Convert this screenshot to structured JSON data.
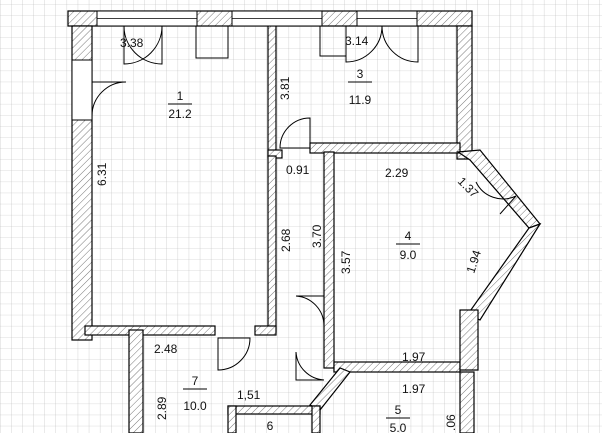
{
  "rooms": [
    {
      "id": "1",
      "area": "21.2"
    },
    {
      "id": "3",
      "area": "11.9"
    },
    {
      "id": "4",
      "area": "9.0"
    },
    {
      "id": "7",
      "area": "10.0"
    },
    {
      "id": "5",
      "area": "5.0"
    },
    {
      "id": "6",
      "area": ""
    }
  ],
  "dimensions": [
    "3.38",
    "3.14",
    "6.31",
    "3.81",
    "0.91",
    "2.29",
    "1.37",
    "2.68",
    "3.70",
    "3.57",
    "1.94",
    "2.48",
    "1.97",
    "1.97",
    "2.89",
    "1,51",
    ".06"
  ]
}
